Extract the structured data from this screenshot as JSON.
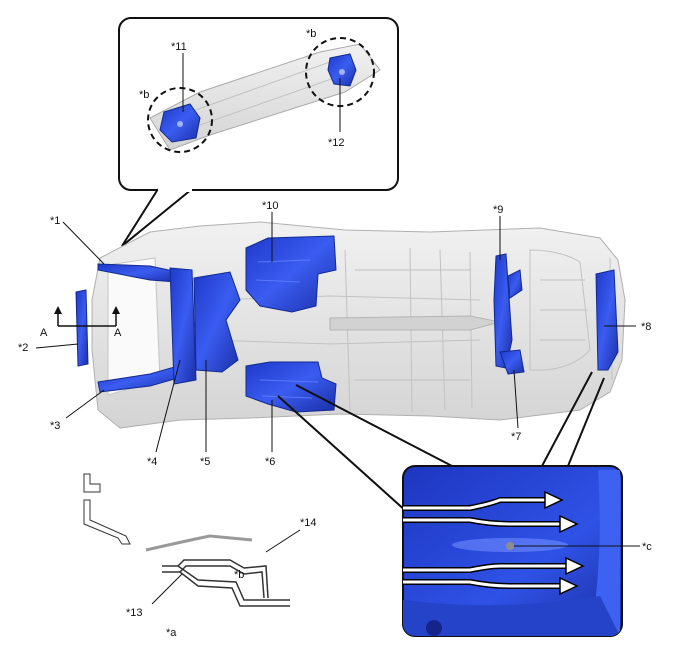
{
  "labels": {
    "l1": "*1",
    "l2": "*2",
    "l3": "*3",
    "l4": "*4",
    "l5": "*5",
    "l6": "*6",
    "l7": "*7",
    "l8": "*8",
    "l9": "*9",
    "l10": "*10",
    "l11": "*11",
    "l12": "*12",
    "l13": "*13",
    "l14": "*14",
    "la": "*a",
    "lb_top_left": "*b",
    "lb_top_right": "*b",
    "lb_legend": "*b",
    "lc": "*c",
    "section_left": "A",
    "section_right": "A"
  },
  "colors": {
    "part_blue": "#2e4fd8",
    "part_dark_blue": "#1a2fa8",
    "body_gray": "#e4e4e4",
    "body_line": "#b8b8b8",
    "callout_border": "#111111"
  }
}
